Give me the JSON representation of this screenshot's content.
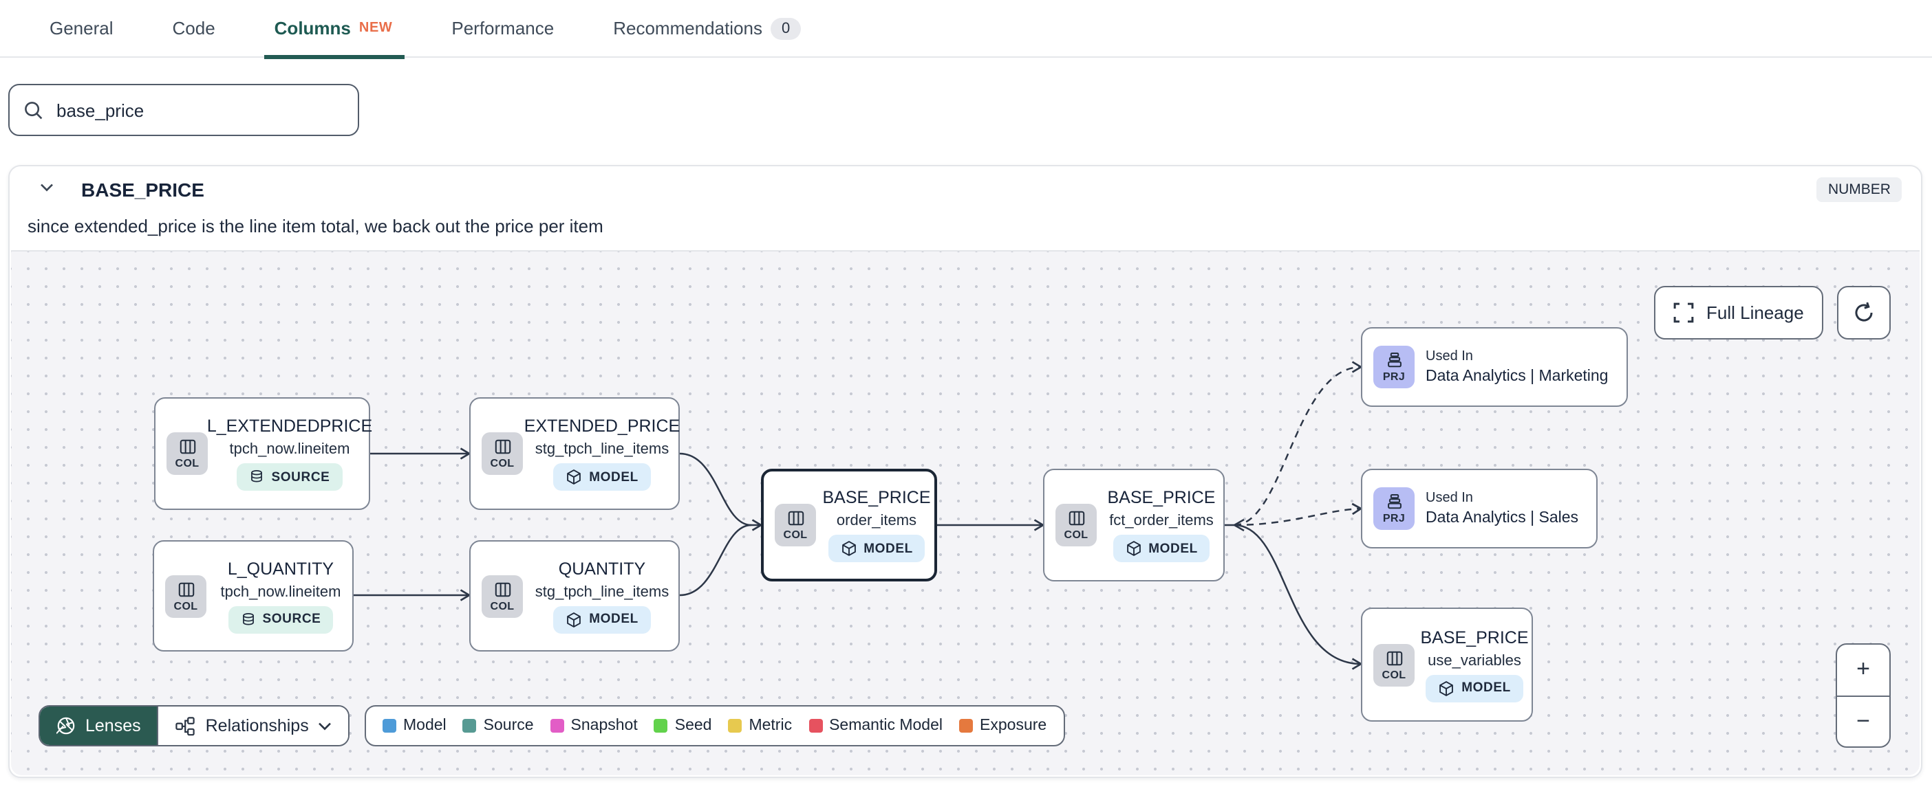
{
  "tabs": [
    {
      "label": "General"
    },
    {
      "label": "Code"
    },
    {
      "label": "Columns",
      "badge": "NEW"
    },
    {
      "label": "Performance"
    },
    {
      "label": "Recommendations",
      "count": "0"
    }
  ],
  "search": {
    "value": "base_price"
  },
  "column_panel": {
    "name": "BASE_PRICE",
    "type": "NUMBER",
    "description": "since extended_price is the line item total, we back out the price per item"
  },
  "lineage": {
    "full_lineage_label": "Full Lineage",
    "zoom_in": "+",
    "zoom_out": "−",
    "lenses_label": "Lenses",
    "relationships_label": "Relationships",
    "nodes": [
      {
        "kind": "COL",
        "title": "L_EXTENDEDPRICE",
        "subtitle": "tpch_now.lineitem",
        "badge": "SOURCE"
      },
      {
        "kind": "COL",
        "title": "EXTENDED_PRICE",
        "subtitle": "stg_tpch_line_items",
        "badge": "MODEL"
      },
      {
        "kind": "COL",
        "title": "L_QUANTITY",
        "subtitle": "tpch_now.lineitem",
        "badge": "SOURCE"
      },
      {
        "kind": "COL",
        "title": "QUANTITY",
        "subtitle": "stg_tpch_line_items",
        "badge": "MODEL"
      },
      {
        "kind": "COL",
        "title": "BASE_PRICE",
        "subtitle": "order_items",
        "badge": "MODEL",
        "selected": true
      },
      {
        "kind": "COL",
        "title": "BASE_PRICE",
        "subtitle": "fct_order_items",
        "badge": "MODEL"
      },
      {
        "kind": "PRJ",
        "title": "Used In",
        "subtitle": "Data Analytics | Marketing"
      },
      {
        "kind": "PRJ",
        "title": "Used In",
        "subtitle": "Data Analytics | Sales"
      },
      {
        "kind": "COL",
        "title": "BASE_PRICE",
        "subtitle": "use_variables",
        "badge": "MODEL"
      }
    ],
    "legend": [
      {
        "label": "Model",
        "color": "#4e9bd8"
      },
      {
        "label": "Source",
        "color": "#579a93"
      },
      {
        "label": "Snapshot",
        "color": "#e25dc6"
      },
      {
        "label": "Seed",
        "color": "#62d24c"
      },
      {
        "label": "Metric",
        "color": "#e7c94f"
      },
      {
        "label": "Semantic Model",
        "color": "#e6525f"
      },
      {
        "label": "Exposure",
        "color": "#e5793e"
      }
    ],
    "colors": {
      "active_tab": "#1e5a52",
      "new_badge": "#e96e49",
      "lenses_button": "#2b5a51",
      "source_pill_bg": "#ddf2ec",
      "model_pill_bg": "#ddeefb",
      "project_badge_bg": "#b7bdf4"
    }
  }
}
